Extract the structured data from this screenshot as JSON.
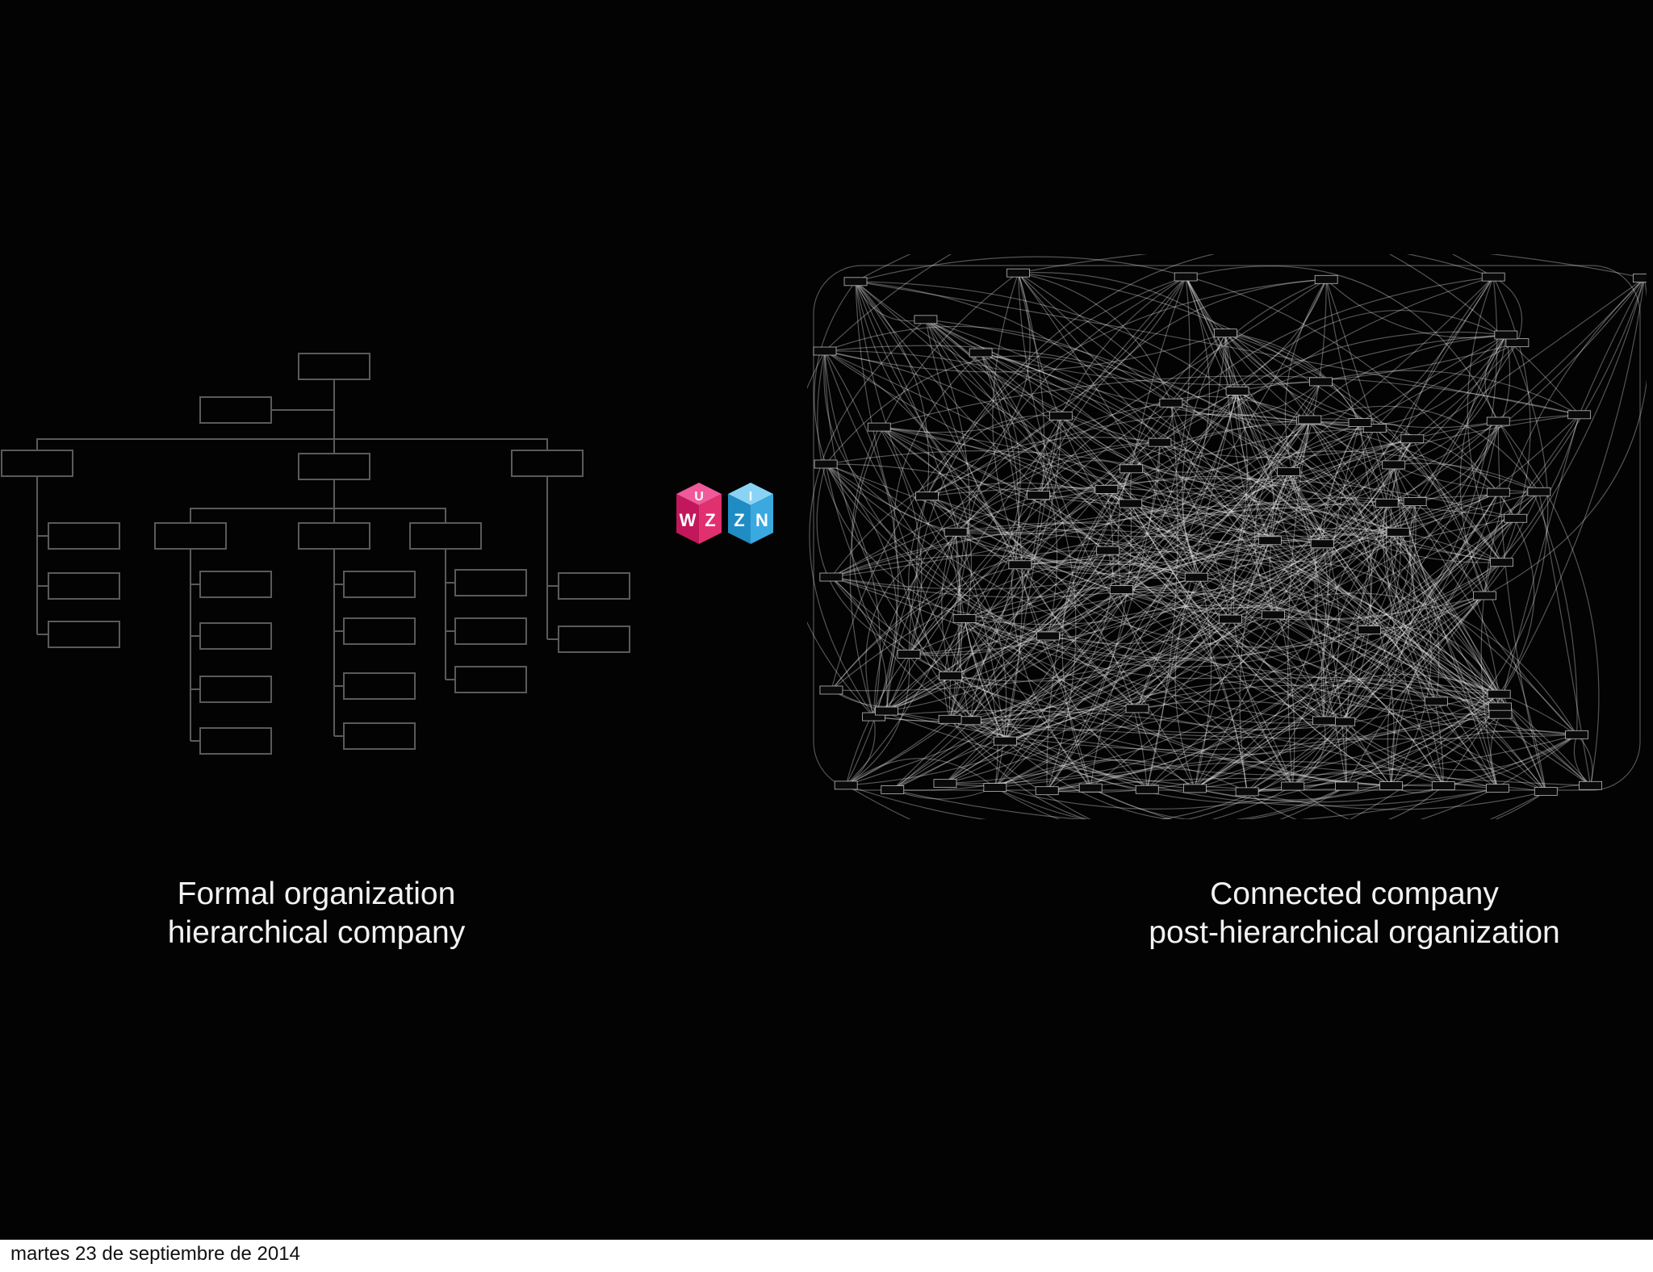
{
  "captions": {
    "left": {
      "line1": "Formal organization",
      "line2": "hierarchical company"
    },
    "right": {
      "line1": "Connected company",
      "line2": "post-hierarchical organization"
    }
  },
  "footer": {
    "date": "martes 23 de septiembre de 2014"
  },
  "logo": {
    "name": "cube-logo",
    "left_cube_letters": [
      "U",
      "W",
      "Z"
    ],
    "right_cube_letters": [
      "I",
      "Z",
      "N"
    ],
    "colors": {
      "pink": "#d81b6e",
      "blue": "#2d9fd6"
    }
  },
  "colors": {
    "background": "#030303",
    "caption": "#f2f2f2",
    "lines": "#5a5a5a",
    "network": "#ffffff"
  }
}
